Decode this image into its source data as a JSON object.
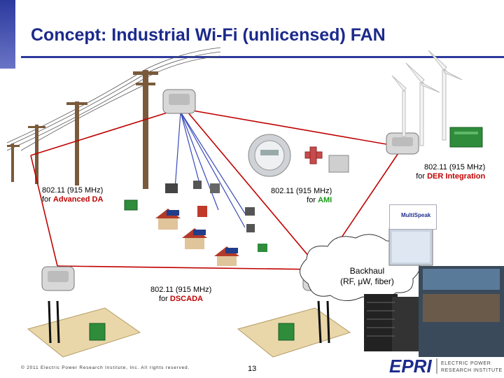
{
  "slide": {
    "title": "Concept: Industrial Wi-Fi (unlicensed) FAN",
    "page_number": "13",
    "copyright": "© 2011 Electric Power Research Institute, Inc. All rights reserved."
  },
  "labels": {
    "der": {
      "line1": "802.11 (915 MHz)",
      "prefix": "for ",
      "highlight": "DER Integration",
      "color": "#c00000"
    },
    "da": {
      "line1": "802.11 (915 MHz)",
      "prefix": "for ",
      "highlight": "Advanced DA",
      "color": "#c00000"
    },
    "ami": {
      "line1": "802.11 (915 MHz)",
      "prefix": "for ",
      "highlight": "AMI",
      "color": "#1a9a1a"
    },
    "dscada": {
      "line1": "802.11 (915 MHz)",
      "prefix": "for ",
      "highlight": "DSCADA",
      "color": "#c00000"
    },
    "backhaul": {
      "line1": "Backhaul",
      "line2": "(RF, μW, fiber)"
    }
  },
  "logos": {
    "multispeak": "MultiSpeak",
    "epri_wordmark": "EPRI",
    "epri_tagline1": "ELECTRIC POWER",
    "epri_tagline2": "RESEARCH INSTITUTE"
  },
  "colors": {
    "title": "#1c2a8c",
    "link_red": "#c00000",
    "link_blue": "#3a4ab8",
    "accent_bar": "#2c3a9e"
  }
}
